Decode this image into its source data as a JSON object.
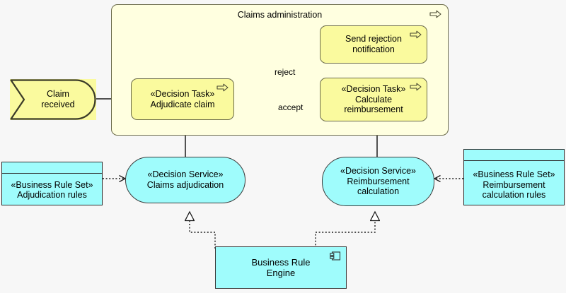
{
  "diagram": {
    "title": "Claims administration",
    "notation": "ArchiMate / UML decision model",
    "background_color": "#f7f7f7"
  },
  "palette": {
    "process_fill": "#fafa9e",
    "container_fill": "#ffffe0",
    "process_stroke": "#6b6b4a",
    "service_fill": "#9ffcfc",
    "service_stroke": "#3b3b3b",
    "ruleset_fill": "#9ffcfc",
    "component_fill": "#9ffcfc",
    "line_color": "#1a1a1a",
    "junction_fill": "#ffffff"
  },
  "container": {
    "label": "Claims administration",
    "icon": "process-arrow-icon"
  },
  "event": {
    "line1": "Claim",
    "line2": "received"
  },
  "tasks": [
    {
      "id": "adjudicate-claim",
      "stereotype": "«Decision Task»",
      "line1": "Adjudicate claim",
      "line2": "",
      "icon": "process-arrow-icon"
    },
    {
      "id": "send-rejection-notification",
      "stereotype": "",
      "line1": "Send rejection",
      "line2": "notification",
      "icon": "process-arrow-icon"
    },
    {
      "id": "calculate-reimbursement",
      "stereotype": "«Decision Task»",
      "line1": "Calculate",
      "line2": "reimbursement",
      "icon": "process-arrow-icon"
    }
  ],
  "junction": {
    "name": "decision-junction",
    "labels": {
      "reject": "reject",
      "accept": "accept"
    }
  },
  "services": [
    {
      "id": "claims-adjudication",
      "stereotype": "«Decision Service»",
      "line1": "Claims adjudication",
      "line2": ""
    },
    {
      "id": "reimbursement-calculation",
      "stereotype": "«Decision Service»",
      "line1": "Reimbursement",
      "line2": "calculation"
    }
  ],
  "rulesets": [
    {
      "id": "adjudication-rules",
      "stereotype": "«Business Rule Set»",
      "line1": "Adjudication rules",
      "line2": ""
    },
    {
      "id": "reimbursement-calculation-rules",
      "stereotype": "«Business Rule Set»",
      "line1": "Reimbursement",
      "line2": "calculation rules"
    }
  ],
  "component": {
    "id": "business-rule-engine",
    "line1": "Business Rule",
    "line2": "Engine",
    "icon": "uml-component-icon"
  }
}
